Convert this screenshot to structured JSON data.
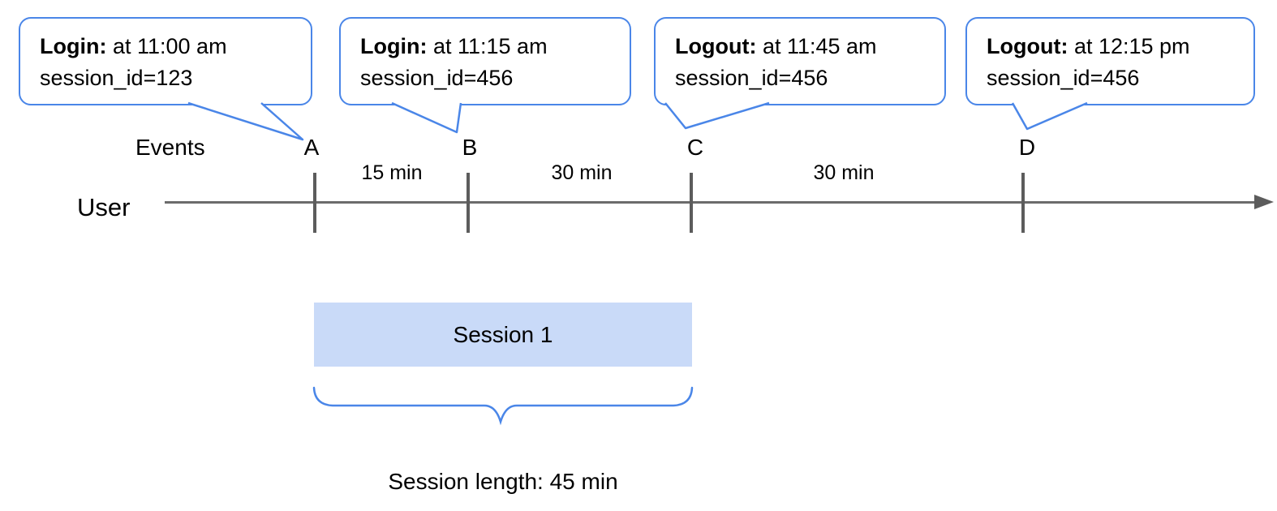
{
  "diagram": {
    "bubbles": [
      {
        "event": "Login:",
        "detail": " at 11:00 am",
        "line2": "session_id=123",
        "points_to": "A"
      },
      {
        "event": "Login:",
        "detail": " at 11:15 am",
        "line2": "session_id=456",
        "points_to": "B"
      },
      {
        "event": "Logout:",
        "detail": " at 11:45 am",
        "line2": "session_id=456",
        "points_to": "C"
      },
      {
        "event": "Logout:",
        "detail": " at 12:15 pm",
        "line2": "session_id=456",
        "points_to": "D"
      }
    ],
    "timeline": {
      "row_label": "User",
      "events_label": "Events",
      "markers": [
        "A",
        "B",
        "C",
        "D"
      ],
      "intervals": [
        "15 min",
        "30 min",
        "30 min"
      ]
    },
    "session": {
      "label": "Session 1",
      "length_caption": "Session length: 45 min"
    },
    "colors": {
      "accent_blue": "#4a86e8",
      "session_fill": "#c9daf8",
      "timeline_gray": "#5c5c5c"
    }
  }
}
